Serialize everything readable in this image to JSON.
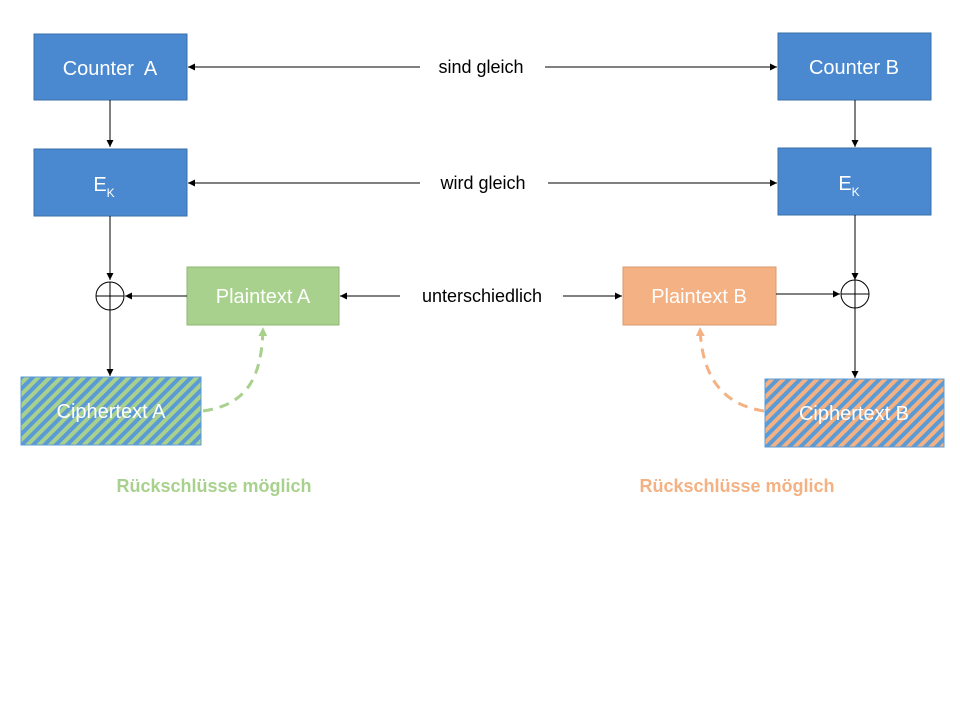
{
  "colors": {
    "blue": "#4A89D0",
    "blue_border": "#3A6FA8",
    "green": "#A9D18E",
    "green_border": "#8EB872",
    "orange": "#F4B183",
    "orange_border": "#D99A6C",
    "hatch_blue": "#5B9BD5",
    "arrow": "#000000",
    "dashed_green": "#A9D18E",
    "dashed_orange": "#F4B183"
  },
  "nodes": {
    "counter_a": "Counter  A",
    "counter_b": "Counter B",
    "ek_a": {
      "main": "E",
      "sub": "K"
    },
    "ek_b": {
      "main": "E",
      "sub": "K"
    },
    "plaintext_a": "Plaintext A",
    "plaintext_b": "Plaintext B",
    "ciphertext_a": "Ciphertext A",
    "ciphertext_b": "Ciphertext B"
  },
  "labels": {
    "counters": "sind gleich",
    "ek": "wird gleich",
    "plaintexts": "unterschiedlich"
  },
  "captions": {
    "left": "Rückschlüsse möglich",
    "right": "Rückschlüsse möglich"
  }
}
